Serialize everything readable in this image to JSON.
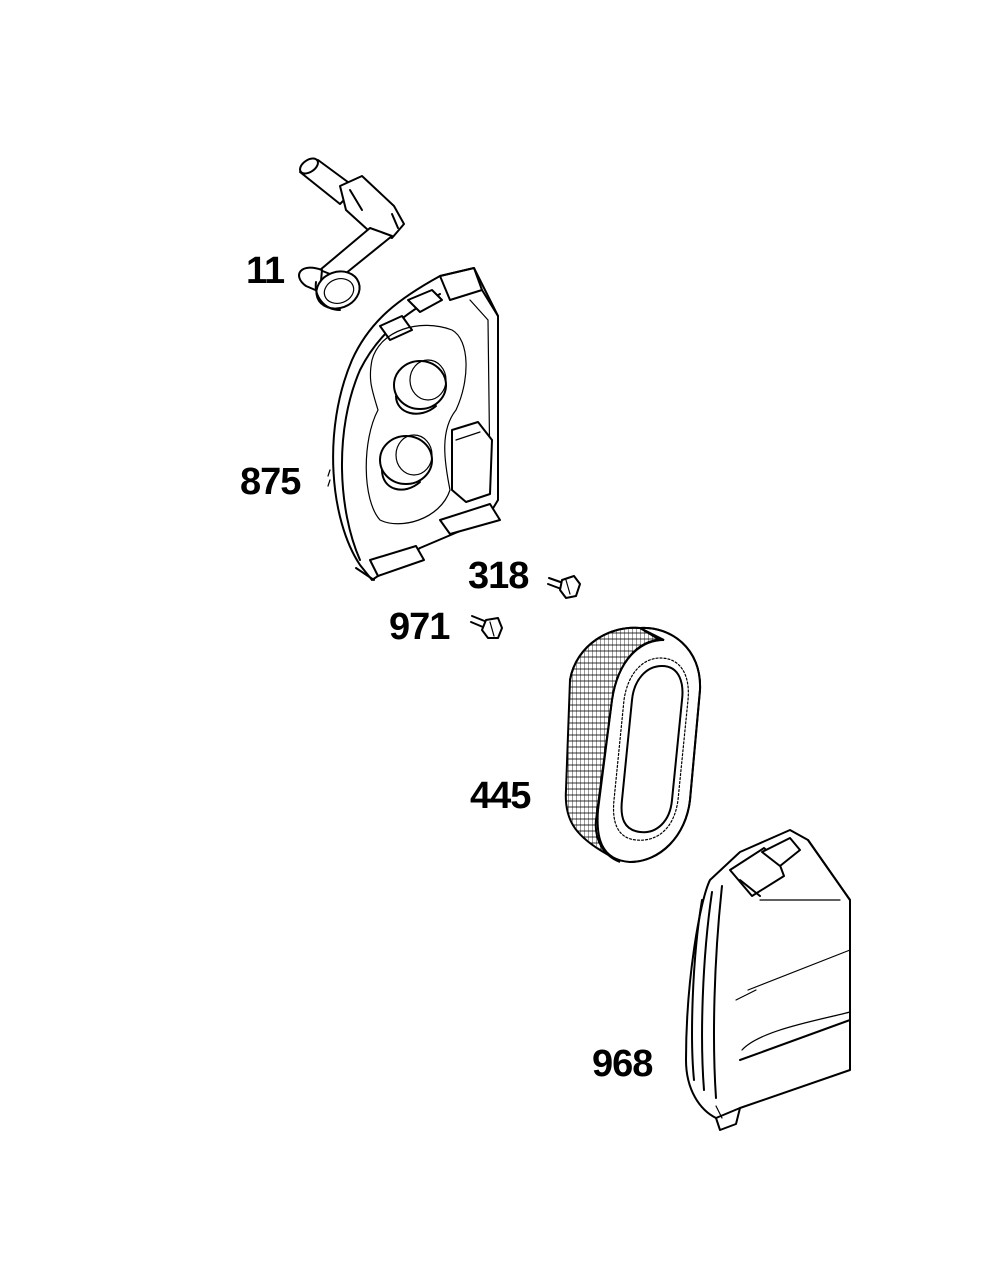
{
  "diagram": {
    "parts": [
      {
        "id": "11",
        "label": "11",
        "icon": "breather-tube-icon"
      },
      {
        "id": "875",
        "label": "875",
        "icon": "air-cleaner-base-icon"
      },
      {
        "id": "318",
        "label": "318",
        "icon": "screw-icon"
      },
      {
        "id": "971",
        "label": "971",
        "icon": "screw-icon"
      },
      {
        "id": "445",
        "label": "445",
        "icon": "air-filter-cartridge-icon"
      },
      {
        "id": "968",
        "label": "968",
        "icon": "air-cleaner-cover-icon"
      }
    ],
    "line_color": "#000000",
    "background": "#ffffff"
  }
}
